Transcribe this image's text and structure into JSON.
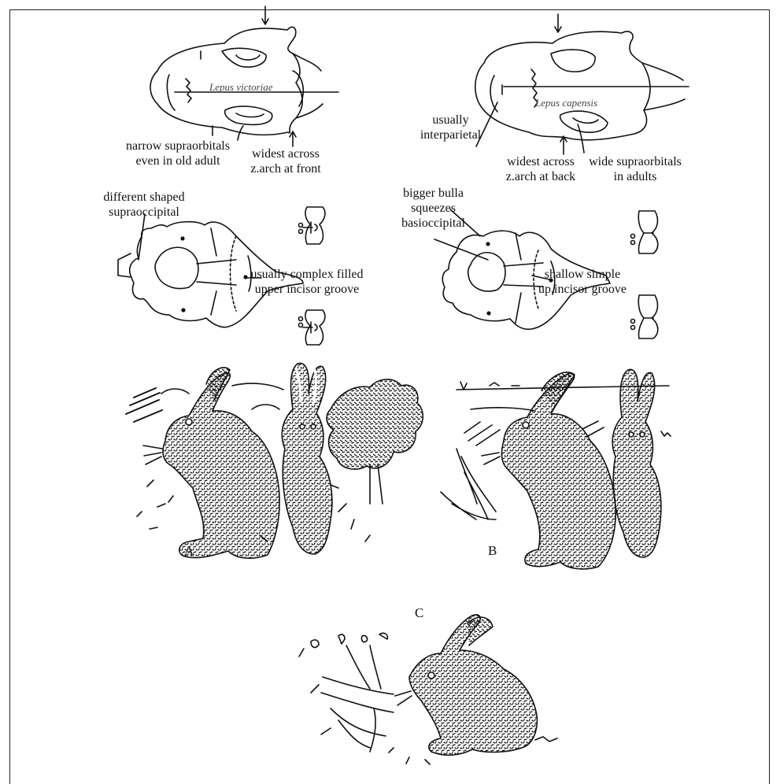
{
  "skull_a_top": {
    "species": "Lepus victoriae",
    "note_supraorbitals": [
      "narrow supraorbitals",
      "even in old adult"
    ],
    "note_zarch": [
      "widest across",
      "z.arch at front"
    ]
  },
  "skull_b_top": {
    "species": "Lepus capensis",
    "note_interparietal": [
      "usually",
      "interparietal"
    ],
    "note_zarch": [
      "widest across",
      "z.arch at back"
    ],
    "note_supraorbitals": [
      "wide supraorbitals",
      "in adults"
    ]
  },
  "skull_a_base": {
    "note_supraoccipital": [
      "different shaped",
      "supraoccipital"
    ],
    "note_incisor": [
      "usually complex filled",
      "upper incisor groove"
    ]
  },
  "skull_b_base": {
    "note_bulla": [
      "bigger bulla",
      "squeezes",
      "basioccipital"
    ],
    "note_incisor": [
      "shallow simple",
      "up.incisor groove"
    ]
  },
  "panel_letters": {
    "a": "A",
    "b": "B",
    "c": "C"
  },
  "colors": {
    "ink": "#111111",
    "paper": "#ffffff"
  }
}
